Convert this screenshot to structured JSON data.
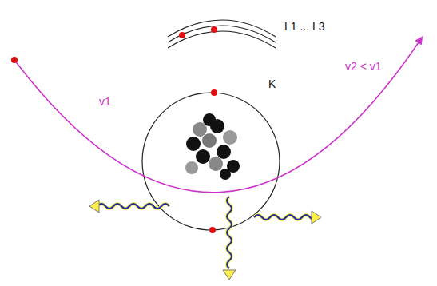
{
  "diagram": {
    "labels": [
      "L1 ... L3",
      "K",
      "v1",
      "v2 < v1"
    ]
  }
}
